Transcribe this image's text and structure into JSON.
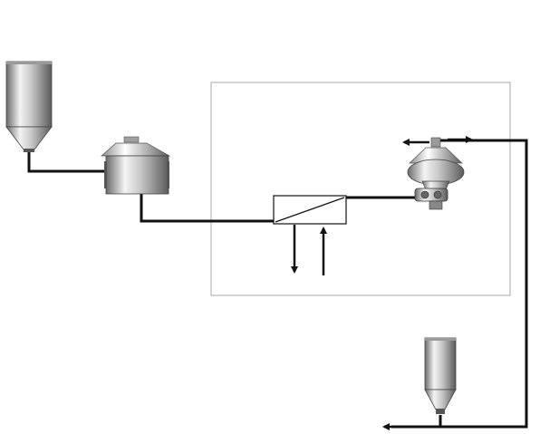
{
  "diagram": {
    "components": [
      {
        "id": "feed-silo",
        "icon": "silo-icon"
      },
      {
        "id": "storage-tank",
        "icon": "tank-icon"
      },
      {
        "id": "heat-exchanger",
        "icon": "heat-exchanger-icon"
      },
      {
        "id": "separator",
        "icon": "centrifuge-separator-icon"
      },
      {
        "id": "receiving-silo",
        "icon": "silo-icon"
      }
    ],
    "flows": [
      {
        "from": "feed-silo",
        "to": "storage-tank"
      },
      {
        "from": "storage-tank",
        "to": "heat-exchanger"
      },
      {
        "from": "heat-exchanger",
        "to": "separator"
      },
      {
        "from": "separator",
        "to": "outlet-left"
      },
      {
        "from": "separator",
        "to": "outlet-right"
      },
      {
        "from": "outlet-right",
        "to": "receiving-silo-line"
      },
      {
        "from": "heat-exchanger",
        "to": "utility-out"
      },
      {
        "from": "utility-in",
        "to": "heat-exchanger"
      }
    ],
    "colors": {
      "pipe": "#111111",
      "frame": "#a9a9a9",
      "vessel_light": "#f2f2f2",
      "vessel_dark": "#5e5e5e",
      "vessel_edge": "#3a3a3a"
    }
  }
}
